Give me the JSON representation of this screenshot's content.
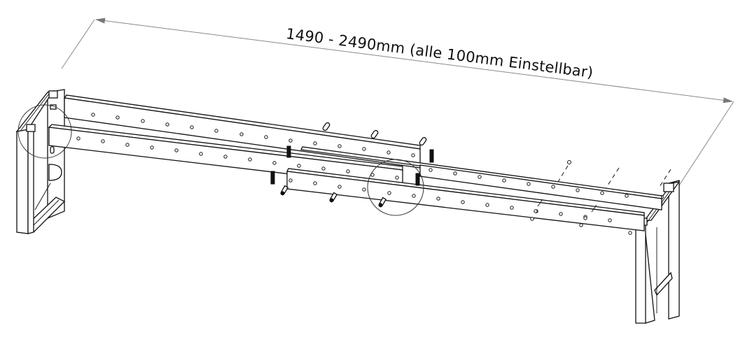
{
  "drawing": {
    "type": "assembly-drawing",
    "subject": "adjustable table frame",
    "dimension": {
      "label": "1490 - 2490mm (alle 100mm Einstellbar)",
      "min_mm": 1490,
      "max_mm": 2490,
      "step_mm": 100,
      "unit": "mm"
    },
    "colors": {
      "line": "#111111",
      "dimension_line": "#8a8a8a",
      "background": "#ffffff"
    },
    "components": [
      "left-leg-frame",
      "right-leg-frame",
      "front-rail-outer",
      "front-rail-inner",
      "rear-rail-outer",
      "rear-rail-inner",
      "connector-bolts",
      "extension-rail-brackets"
    ],
    "detail_circles": 2
  }
}
